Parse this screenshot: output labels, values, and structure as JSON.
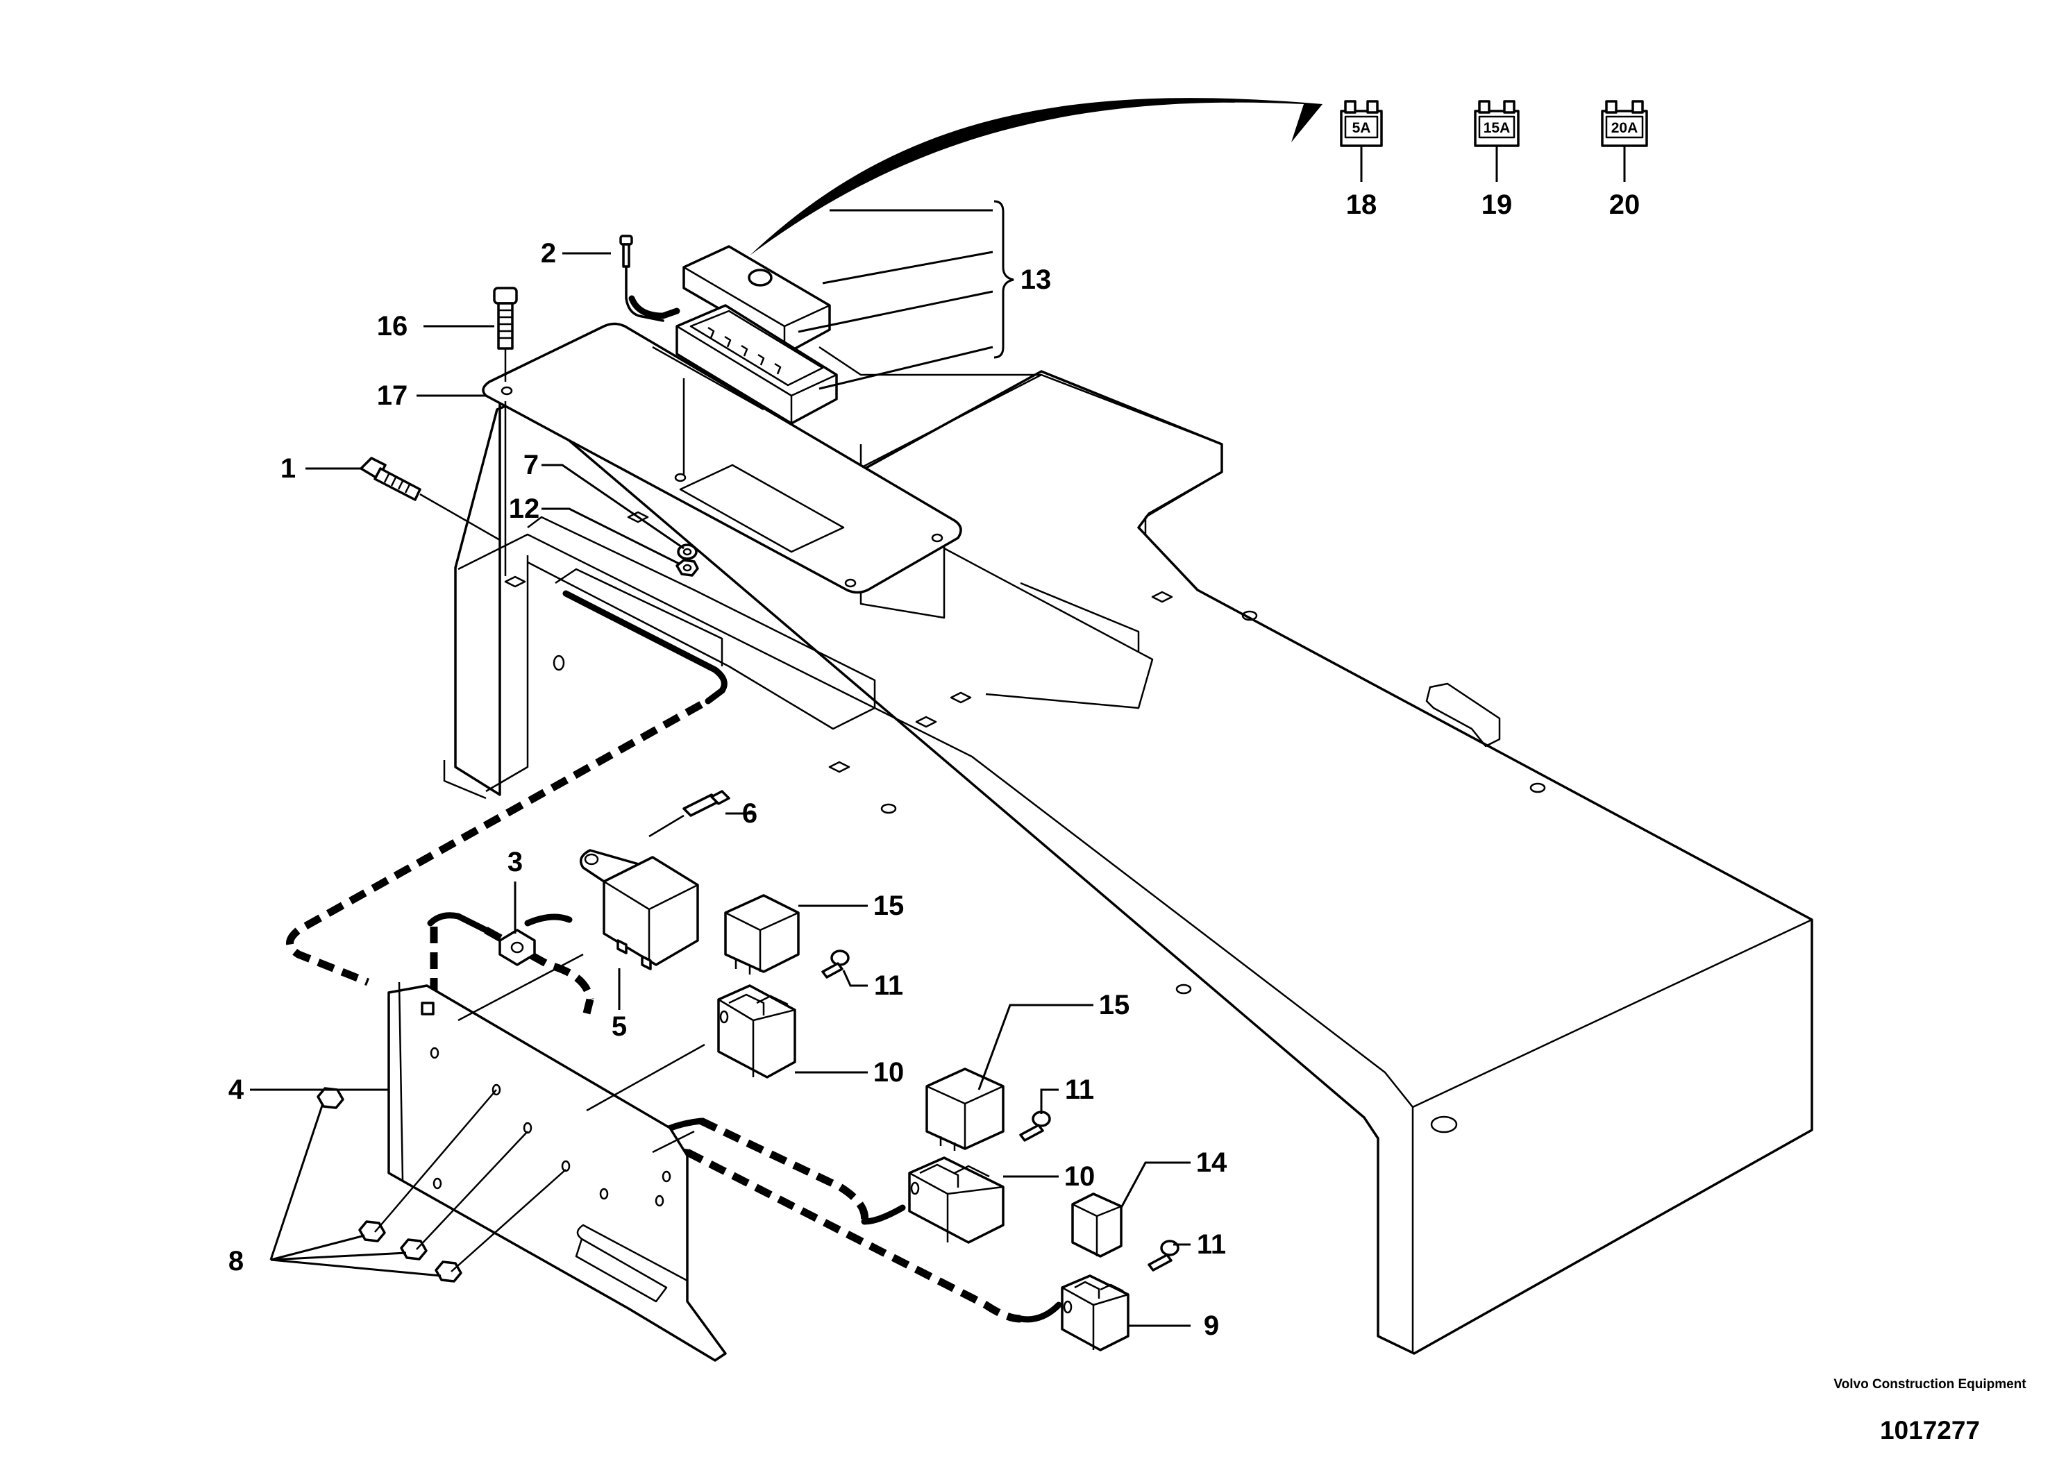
{
  "callouts": {
    "c1": "1",
    "c2": "2",
    "c3": "3",
    "c4": "4",
    "c5": "5",
    "c6": "6",
    "c7": "7",
    "c8": "8",
    "c9": "9",
    "c10a": "10",
    "c10b": "10",
    "c11a": "11",
    "c11b": "11",
    "c11c": "11",
    "c12": "12",
    "c13": "13",
    "c14": "14",
    "c15a": "15",
    "c15b": "15",
    "c16": "16",
    "c17": "17",
    "c18": "18",
    "c19": "19",
    "c20": "20"
  },
  "fuses": {
    "f18": "5A",
    "f19": "15A",
    "f20": "20A"
  },
  "footer": {
    "company": "Volvo Construction Equipment",
    "doc_number": "1017277"
  }
}
